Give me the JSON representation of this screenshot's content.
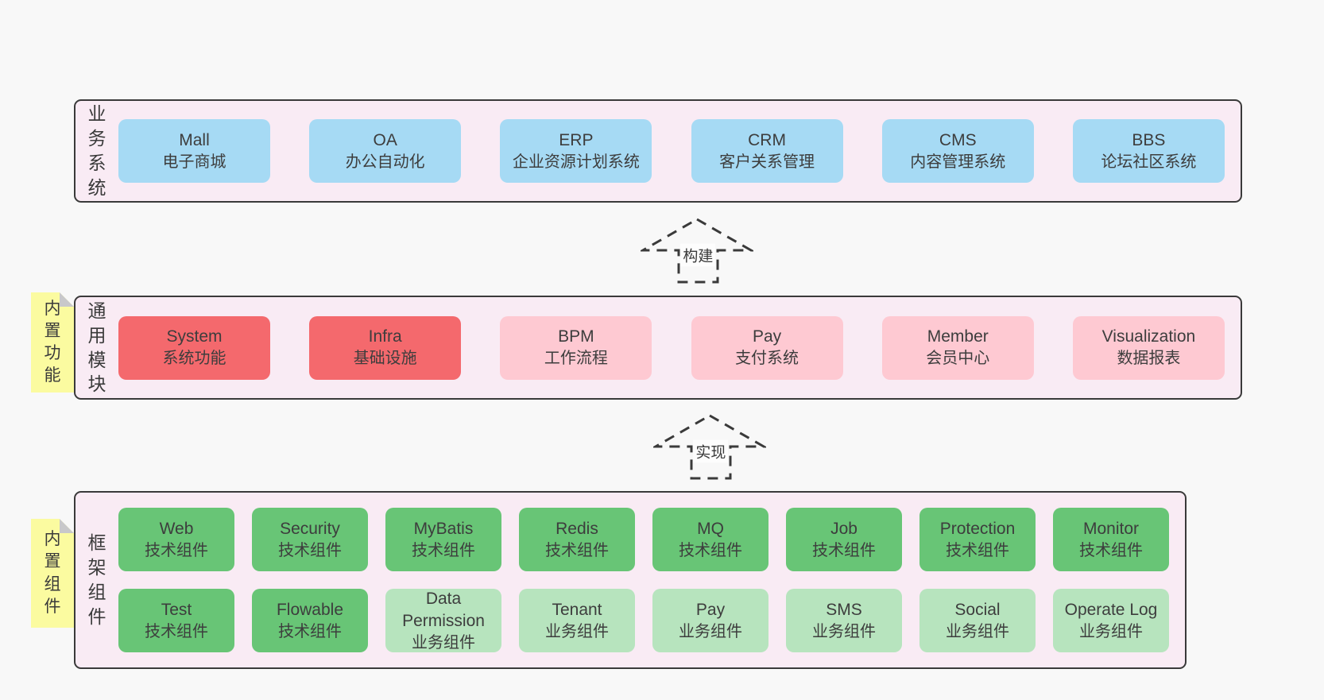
{
  "layers": [
    {
      "label": "业务系统",
      "rows": [
        [
          {
            "title": "Mall",
            "subtitle": "电子商城"
          },
          {
            "title": "OA",
            "subtitle": "办公自动化"
          },
          {
            "title": "ERP",
            "subtitle": "企业资源计划系统"
          },
          {
            "title": "CRM",
            "subtitle": "客户关系管理"
          },
          {
            "title": "CMS",
            "subtitle": "内容管理系统"
          },
          {
            "title": "BBS",
            "subtitle": "论坛社区系统"
          }
        ]
      ]
    },
    {
      "label": "通用模块",
      "note": "内置功能",
      "rows": [
        [
          {
            "title": "System",
            "subtitle": "系统功能"
          },
          {
            "title": "Infra",
            "subtitle": "基础设施"
          },
          {
            "title": "BPM",
            "subtitle": "工作流程"
          },
          {
            "title": "Pay",
            "subtitle": "支付系统"
          },
          {
            "title": "Member",
            "subtitle": "会员中心"
          },
          {
            "title": "Visualization",
            "subtitle": "数据报表"
          }
        ]
      ]
    },
    {
      "label": "框架组件",
      "note": "内置组件",
      "rows": [
        [
          {
            "title": "Web",
            "subtitle": "技术组件"
          },
          {
            "title": "Security",
            "subtitle": "技术组件"
          },
          {
            "title": "MyBatis",
            "subtitle": "技术组件"
          },
          {
            "title": "Redis",
            "subtitle": "技术组件"
          },
          {
            "title": "MQ",
            "subtitle": "技术组件"
          },
          {
            "title": "Job",
            "subtitle": "技术组件"
          },
          {
            "title": "Protection",
            "subtitle": "技术组件"
          },
          {
            "title": "Monitor",
            "subtitle": "技术组件"
          }
        ],
        [
          {
            "title": "Test",
            "subtitle": "技术组件"
          },
          {
            "title": "Flowable",
            "subtitle": "技术组件"
          },
          {
            "title": "Data Permission",
            "subtitle": "业务组件"
          },
          {
            "title": "Tenant",
            "subtitle": "业务组件"
          },
          {
            "title": "Pay",
            "subtitle": "业务组件"
          },
          {
            "title": "SMS",
            "subtitle": "业务组件"
          },
          {
            "title": "Social",
            "subtitle": "业务组件"
          },
          {
            "title": "Operate Log",
            "subtitle": "业务组件"
          }
        ]
      ]
    }
  ],
  "arrows": [
    {
      "label": "构建"
    },
    {
      "label": "实现"
    }
  ],
  "colors": {
    "page_bg": "#f8f8f8",
    "layer_bg": "#f9ebf4",
    "layer_border": "#3a3a3a",
    "blue": "#a6daf4",
    "red": "#f4696d",
    "pink": "#fec9d2",
    "green": "#68c576",
    "light_green": "#b7e4be",
    "note_bg": "#fbfba0",
    "note_fold": "#c8c8ca",
    "text": "#3d3d3d"
  }
}
